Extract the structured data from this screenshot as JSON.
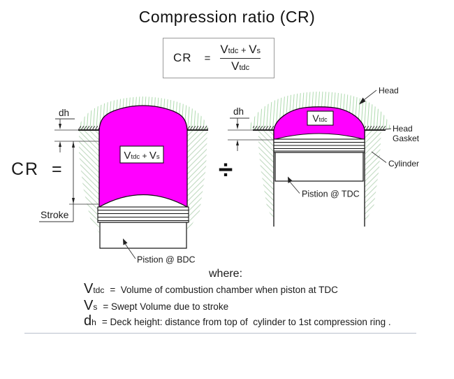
{
  "colors": {
    "chamber": "#FF00FF",
    "head_hatch": "#A5D6A5",
    "wall_hatch": "#AFCFAF",
    "gasket": "#3a3a3a",
    "line": "#1a1a1a",
    "rule": "#b9c0cc"
  },
  "title": "Compression ratio (CR)",
  "formula": {
    "lhs": "CR",
    "eq": "=",
    "num_v1": "V",
    "num_s1": "tdc",
    "num_plus": " + ",
    "num_v2": "V",
    "num_s2": "s",
    "den_v": "V",
    "den_s": "tdc"
  },
  "main_equation": {
    "cr_label": "CR  =",
    "divide_sign": "÷"
  },
  "left_diagram": {
    "dh_label": "dh",
    "stroke_label": "Stroke",
    "piston_label": "Pistion @ BDC",
    "volume": {
      "v1": "V",
      "s1": "tdc",
      "plus": " + ",
      "v2": "V",
      "s2": "s"
    }
  },
  "right_diagram": {
    "dh_label": "dh",
    "head_label": "Head",
    "head_gasket_line1": "Head",
    "head_gasket_line2": "Gasket",
    "cylinder_label": "Cylinder",
    "piston_label": "Pistion @ TDC",
    "volume": {
      "v": "V",
      "s": "tdc"
    }
  },
  "where_label": "where:",
  "definitions": [
    {
      "sym": "V",
      "sub": "tdc",
      "text": "=  Volume of combustion chamber when piston at TDC"
    },
    {
      "sym": "V",
      "sub": "s",
      "text": "= Swept Volume due to stroke"
    },
    {
      "sym": "d",
      "sub": "h",
      "text": "= Deck height: distance from top of  cylinder to 1st compression ring ."
    }
  ]
}
